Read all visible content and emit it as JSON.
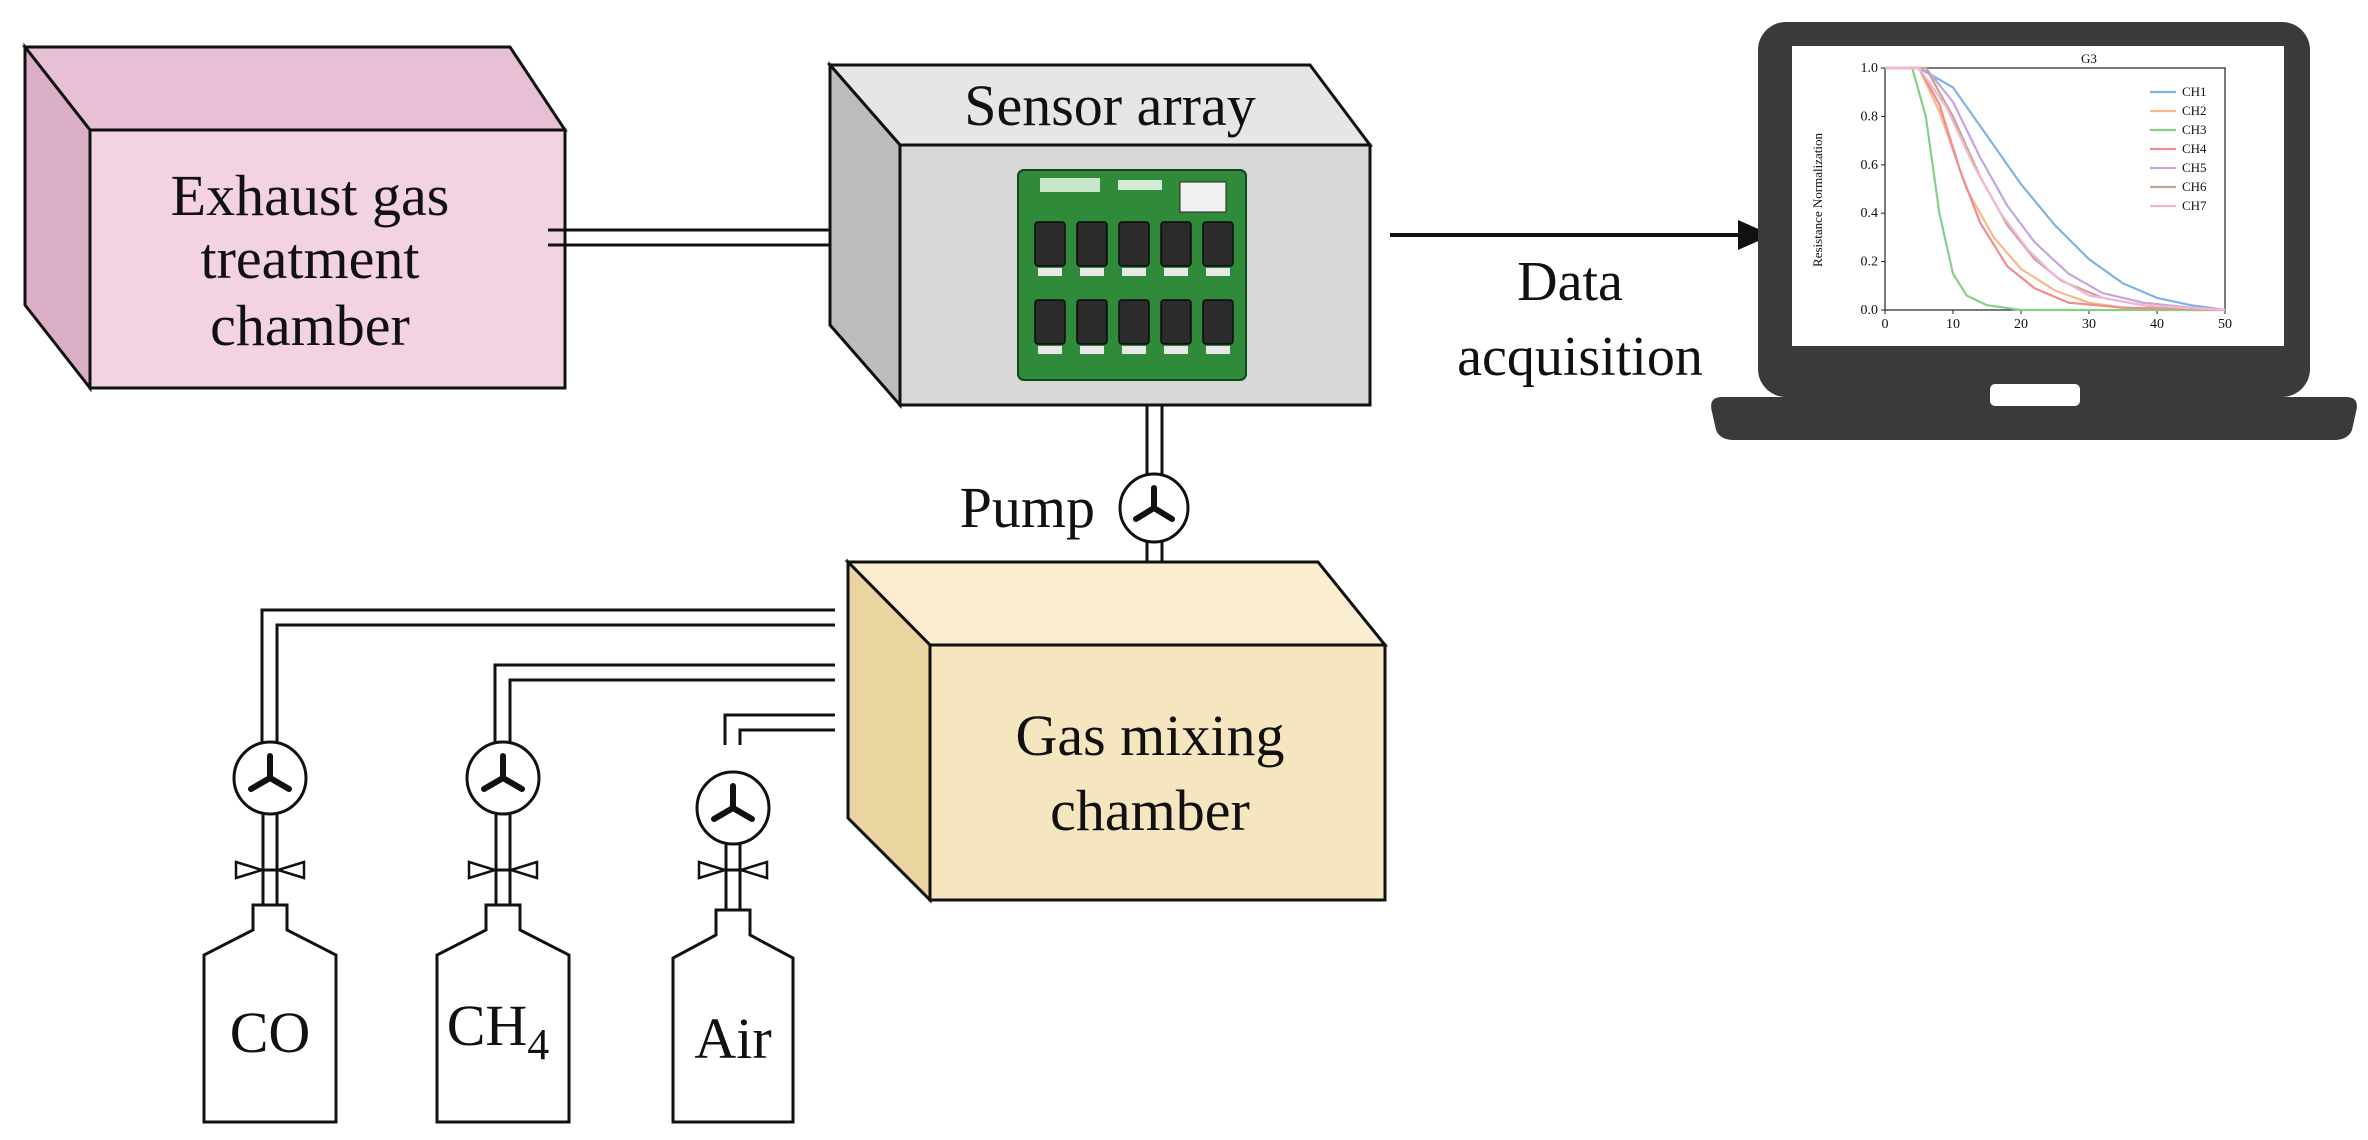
{
  "diagram": {
    "exhaust_label": [
      "Exhaust gas",
      "treatment",
      "chamber"
    ],
    "sensor_label": "Sensor array",
    "data_label": [
      "Data",
      "acquisition"
    ],
    "pump_label": "Pump",
    "mixing_label": [
      "Gas mixing",
      "chamber"
    ],
    "cylinders": [
      {
        "main": "CO",
        "sub": ""
      },
      {
        "main": "CH",
        "sub": "4"
      },
      {
        "main": "Air",
        "sub": ""
      }
    ],
    "colors": {
      "exhaust_front": "#f2d2e3",
      "exhaust_top": "#e8c0d6",
      "exhaust_side": "#d9aec6",
      "sensor_front": "#d7d7d7",
      "sensor_top": "#e6e6e6",
      "sensor_side": "#bcbcbc",
      "mixing_front": "#f5e6bf",
      "mixing_top": "#fbeed0",
      "mixing_side": "#ead49f",
      "pcb": "#2f8a3a",
      "laptop": "#3a3a3a"
    }
  },
  "chart_data": {
    "type": "line",
    "title": "G3",
    "xlabel": "",
    "ylabel": "Resistance Normalization",
    "xlim": [
      0,
      50
    ],
    "ylim": [
      0,
      1
    ],
    "x_ticks": [
      "0",
      "10",
      "20",
      "30",
      "40",
      "50"
    ],
    "y_ticks": [
      "0.0",
      "0.2",
      "0.4",
      "0.6",
      "0.8",
      "1.0"
    ],
    "legend_position": "top-right",
    "series": [
      {
        "name": "CH1",
        "color": "#7fb2e5",
        "x": [
          0,
          5,
          10,
          15,
          20,
          25,
          30,
          35,
          40,
          45,
          50
        ],
        "y": [
          1.0,
          1.0,
          0.92,
          0.72,
          0.52,
          0.35,
          0.21,
          0.11,
          0.05,
          0.02,
          0.0
        ]
      },
      {
        "name": "CH2",
        "color": "#f7b98a",
        "x": [
          0,
          5,
          8,
          12,
          16,
          20,
          25,
          30,
          35,
          40,
          50
        ],
        "y": [
          1.0,
          1.0,
          0.82,
          0.5,
          0.3,
          0.17,
          0.08,
          0.03,
          0.01,
          0.0,
          0.0
        ]
      },
      {
        "name": "CH3",
        "color": "#86cf86",
        "x": [
          0,
          4,
          6,
          8,
          10,
          12,
          15,
          20,
          30,
          50
        ],
        "y": [
          1.0,
          1.0,
          0.8,
          0.4,
          0.15,
          0.06,
          0.02,
          0.0,
          0.0,
          0.0
        ]
      },
      {
        "name": "CH4",
        "color": "#f08c8c",
        "x": [
          0,
          5,
          8,
          11,
          14,
          18,
          22,
          27,
          35,
          50
        ],
        "y": [
          1.0,
          1.0,
          0.85,
          0.58,
          0.36,
          0.18,
          0.09,
          0.03,
          0.01,
          0.0
        ]
      },
      {
        "name": "CH5",
        "color": "#c3a6e0",
        "x": [
          0,
          6,
          10,
          14,
          18,
          22,
          27,
          32,
          38,
          45,
          50
        ],
        "y": [
          1.0,
          1.0,
          0.86,
          0.63,
          0.43,
          0.28,
          0.15,
          0.07,
          0.03,
          0.01,
          0.0
        ]
      },
      {
        "name": "CH6",
        "color": "#c7a593",
        "x": [
          0,
          6,
          10,
          14,
          18,
          22,
          26,
          32,
          40,
          50
        ],
        "y": [
          1.0,
          1.0,
          0.8,
          0.55,
          0.35,
          0.21,
          0.12,
          0.05,
          0.01,
          0.0
        ]
      },
      {
        "name": "CH7",
        "color": "#f4b6d3",
        "x": [
          0,
          5,
          9,
          13,
          17,
          21,
          25,
          30,
          38,
          50
        ],
        "y": [
          1.0,
          1.0,
          0.84,
          0.6,
          0.4,
          0.25,
          0.14,
          0.06,
          0.02,
          0.0
        ]
      }
    ]
  }
}
